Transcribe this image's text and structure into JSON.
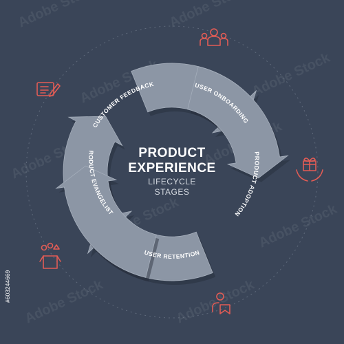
{
  "diagram": {
    "center": {
      "title_line1": "PRODUCT",
      "title_line2": "EXPERIENCE",
      "subtitle_line1": "LIFECYCLE",
      "subtitle_line2": "STAGES"
    },
    "stages": [
      {
        "label": "CUSTOMER FEEDBACK",
        "icon": "feedback-form-icon"
      },
      {
        "label": "USER ONBOARDING",
        "icon": "team-users-icon"
      },
      {
        "label": "PRODUCT ADOPTION",
        "icon": "gift-in-hands-icon"
      },
      {
        "label": "USER RETENTION",
        "icon": "user-bookmark-icon"
      },
      {
        "label": "PRODUCT EVANGELISTS",
        "icon": "product-box-icon"
      }
    ],
    "colors": {
      "background": "#3a4558",
      "segment": "#8c96a5",
      "segment_shadow": "#252d3a",
      "icon": "#e25c55",
      "text": "#ffffff"
    }
  },
  "watermark": {
    "text": "Adobe Stock",
    "id": "#603244669"
  }
}
